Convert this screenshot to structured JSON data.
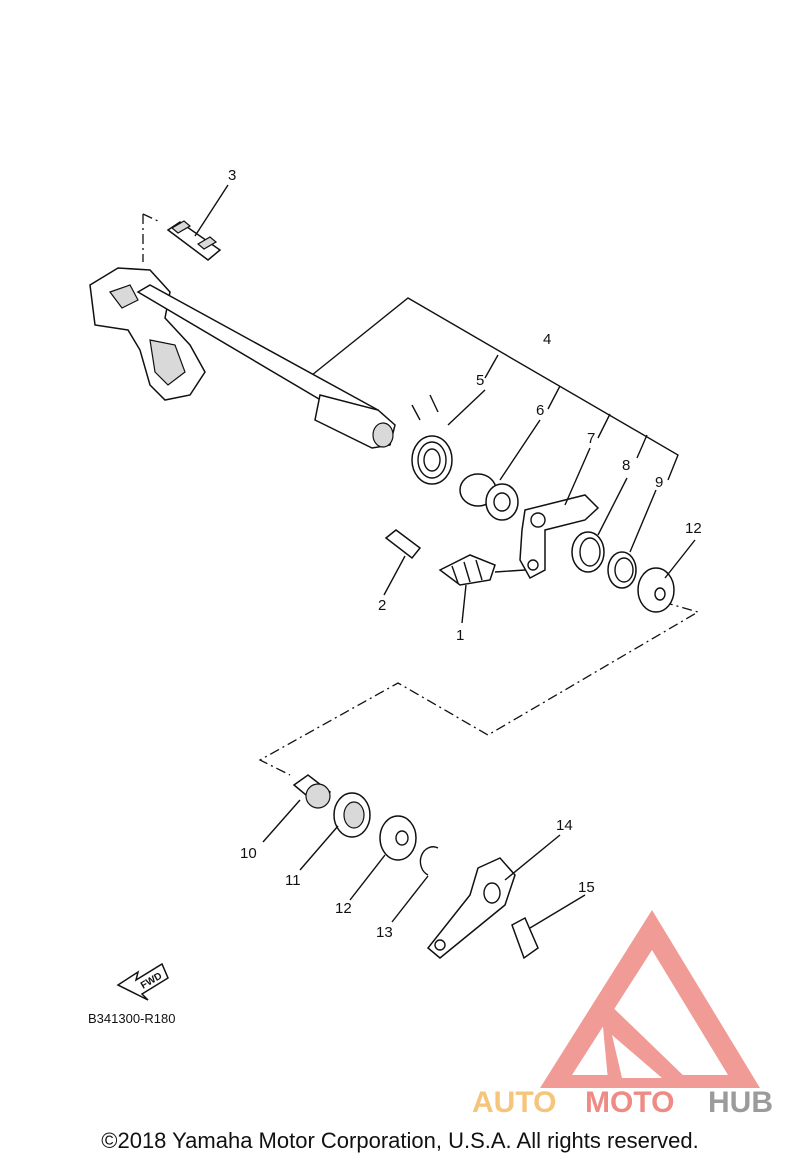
{
  "callouts": [
    "1",
    "2",
    "3",
    "4",
    "5",
    "6",
    "7",
    "8",
    "9",
    "10",
    "11",
    "12",
    "12",
    "13",
    "14",
    "15"
  ],
  "fwd_label": "FWD",
  "diagram_ref": "B341300-R180",
  "watermark": {
    "part1": "AUTO",
    "part2": "MOTO",
    "part3": "HUB",
    "color_light": "#f6c47a",
    "color_red": "#ef8a84",
    "color_gray": "#9b9b9b"
  },
  "copyright": "©2018 Yamaha Motor Corporation, U.S.A. All rights reserved."
}
